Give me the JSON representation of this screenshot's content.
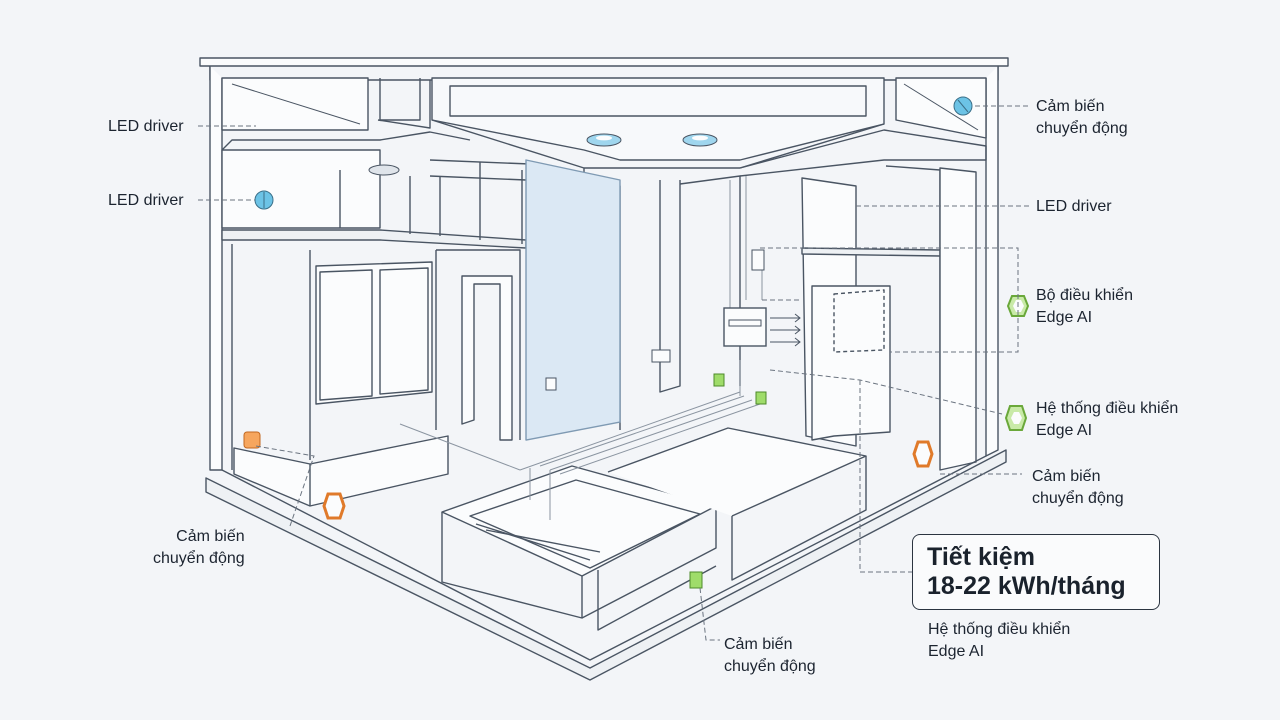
{
  "labels": {
    "led_driver_top_left": "LED driver",
    "led_driver_mid_left": "LED driver",
    "led_driver_right": "LED driver",
    "motion_sensor_top_right": [
      "Cảm biến",
      "chuyển động"
    ],
    "edge_ai_controller": [
      "Bộ điều khiển",
      "Edge AI"
    ],
    "edge_ai_system_right": [
      "Hệ thống điều khiển",
      "Edge AI"
    ],
    "motion_sensor_right": [
      "Cảm biến",
      "chuyển động"
    ],
    "motion_sensor_left": [
      "Cảm biến",
      "chuyển động"
    ],
    "motion_sensor_bottom": [
      "Cảm biến",
      "chuyển động"
    ],
    "edge_ai_system_bottom": [
      "Hệ thống điều khiển",
      "Edge AI"
    ]
  },
  "savings_box": {
    "line1": "Tiết kiệm",
    "line2": "18-22 kWh/tháng"
  },
  "colors": {
    "line": "#4a5563",
    "sensor_blue": "#6cc3e6",
    "sensor_green": "#7cc24a",
    "sensor_orange": "#f08a3c",
    "glass": "#dbe8f4"
  }
}
